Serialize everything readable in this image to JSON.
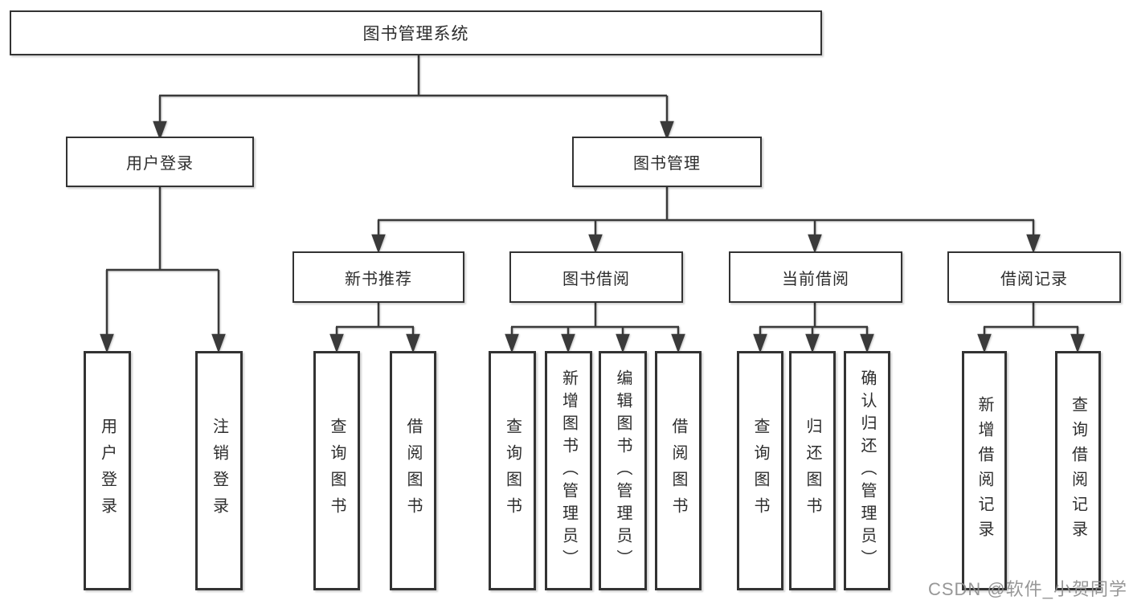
{
  "nodes": {
    "root": "图书管理系统",
    "l2_user_login": "用户登录",
    "l2_book_mgmt": "图书管理",
    "l3_new_book_rec": "新书推荐",
    "l3_book_borrow": "图书借阅",
    "l3_current_borrow": "当前借阅",
    "l3_borrow_records": "借阅记录",
    "leaf_user_login": "用户登录",
    "leaf_logout": "注销登录",
    "leaf_query_books_a": "查询图书",
    "leaf_borrow_books_a": "借阅图书",
    "leaf_query_books_b": "查询图书",
    "leaf_add_books": "新增图书（管理员）",
    "leaf_edit_books": "编辑图书（管理员）",
    "leaf_borrow_books_b": "借阅图书",
    "leaf_query_books_c": "查询图书",
    "leaf_return_books": "归还图书",
    "leaf_confirm_return": "确认归还（管理员）",
    "leaf_add_borrow_record": "新增借阅记录",
    "leaf_query_borrow_record": "查询借阅记录"
  },
  "hierarchy": [
    {
      "label": "图书管理系统",
      "children": [
        {
          "label": "用户登录",
          "children": [
            {
              "label": "用户登录"
            },
            {
              "label": "注销登录"
            }
          ]
        },
        {
          "label": "图书管理",
          "children": [
            {
              "label": "新书推荐",
              "children": [
                {
                  "label": "查询图书"
                },
                {
                  "label": "借阅图书"
                }
              ]
            },
            {
              "label": "图书借阅",
              "children": [
                {
                  "label": "查询图书"
                },
                {
                  "label": "新增图书（管理员）"
                },
                {
                  "label": "编辑图书（管理员）"
                },
                {
                  "label": "借阅图书"
                }
              ]
            },
            {
              "label": "当前借阅",
              "children": [
                {
                  "label": "查询图书"
                },
                {
                  "label": "归还图书"
                },
                {
                  "label": "确认归还（管理员）"
                }
              ]
            },
            {
              "label": "借阅记录",
              "children": [
                {
                  "label": "新增借阅记录"
                },
                {
                  "label": "查询借阅记录"
                }
              ]
            }
          ]
        }
      ]
    }
  ],
  "watermark": "CSDN @软件_小贺同学",
  "colors": {
    "background": "#ffffff",
    "box_border": "#333333",
    "connector_line": "#3a3a3a",
    "text": "#2d2d2d",
    "watermark_text": "#8e8e8e"
  }
}
